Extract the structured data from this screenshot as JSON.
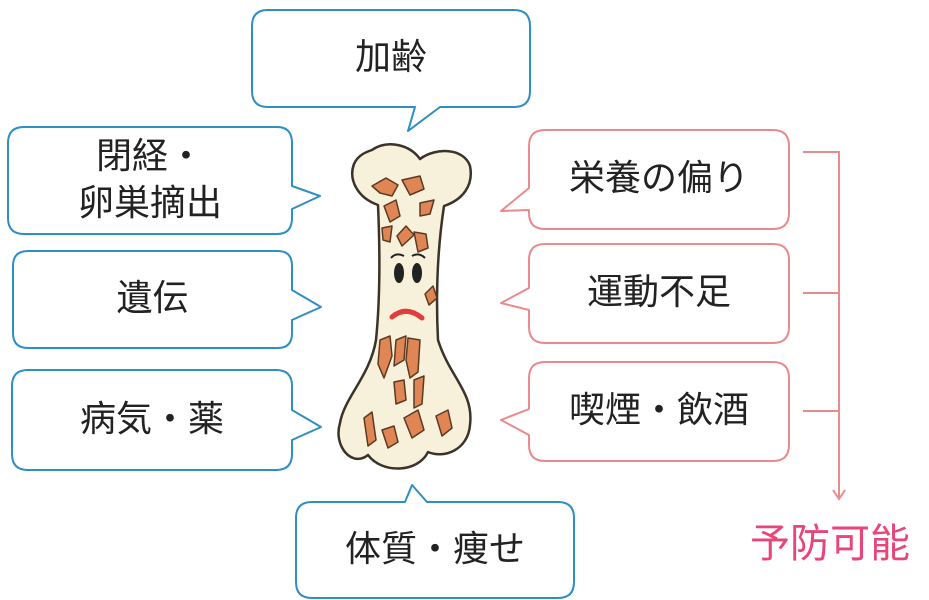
{
  "colors": {
    "risk_border": "#2e8fc2",
    "preventable_border": "#e98a8e",
    "bracket": "#e98a8e",
    "outcome_text": "#e8457a",
    "bone_fill": "#f7f1dc",
    "bone_outline": "#3b3328",
    "spot_fill": "#e08655",
    "mouth": "#e23b3b"
  },
  "risk_factors": {
    "aging": "加齢",
    "menopause_line1": "閉経・",
    "menopause_line2": "卵巣摘出",
    "genetics": "遺伝",
    "illness": "病気・薬",
    "body_type": "体質・痩せ"
  },
  "preventable_factors": {
    "nutrition": "栄養の偏り",
    "exercise": "運動不足",
    "smoking_drinking": "喫煙・飲酒"
  },
  "outcome_label": "予防可能",
  "icons": {
    "center": "sad-bone-icon"
  }
}
